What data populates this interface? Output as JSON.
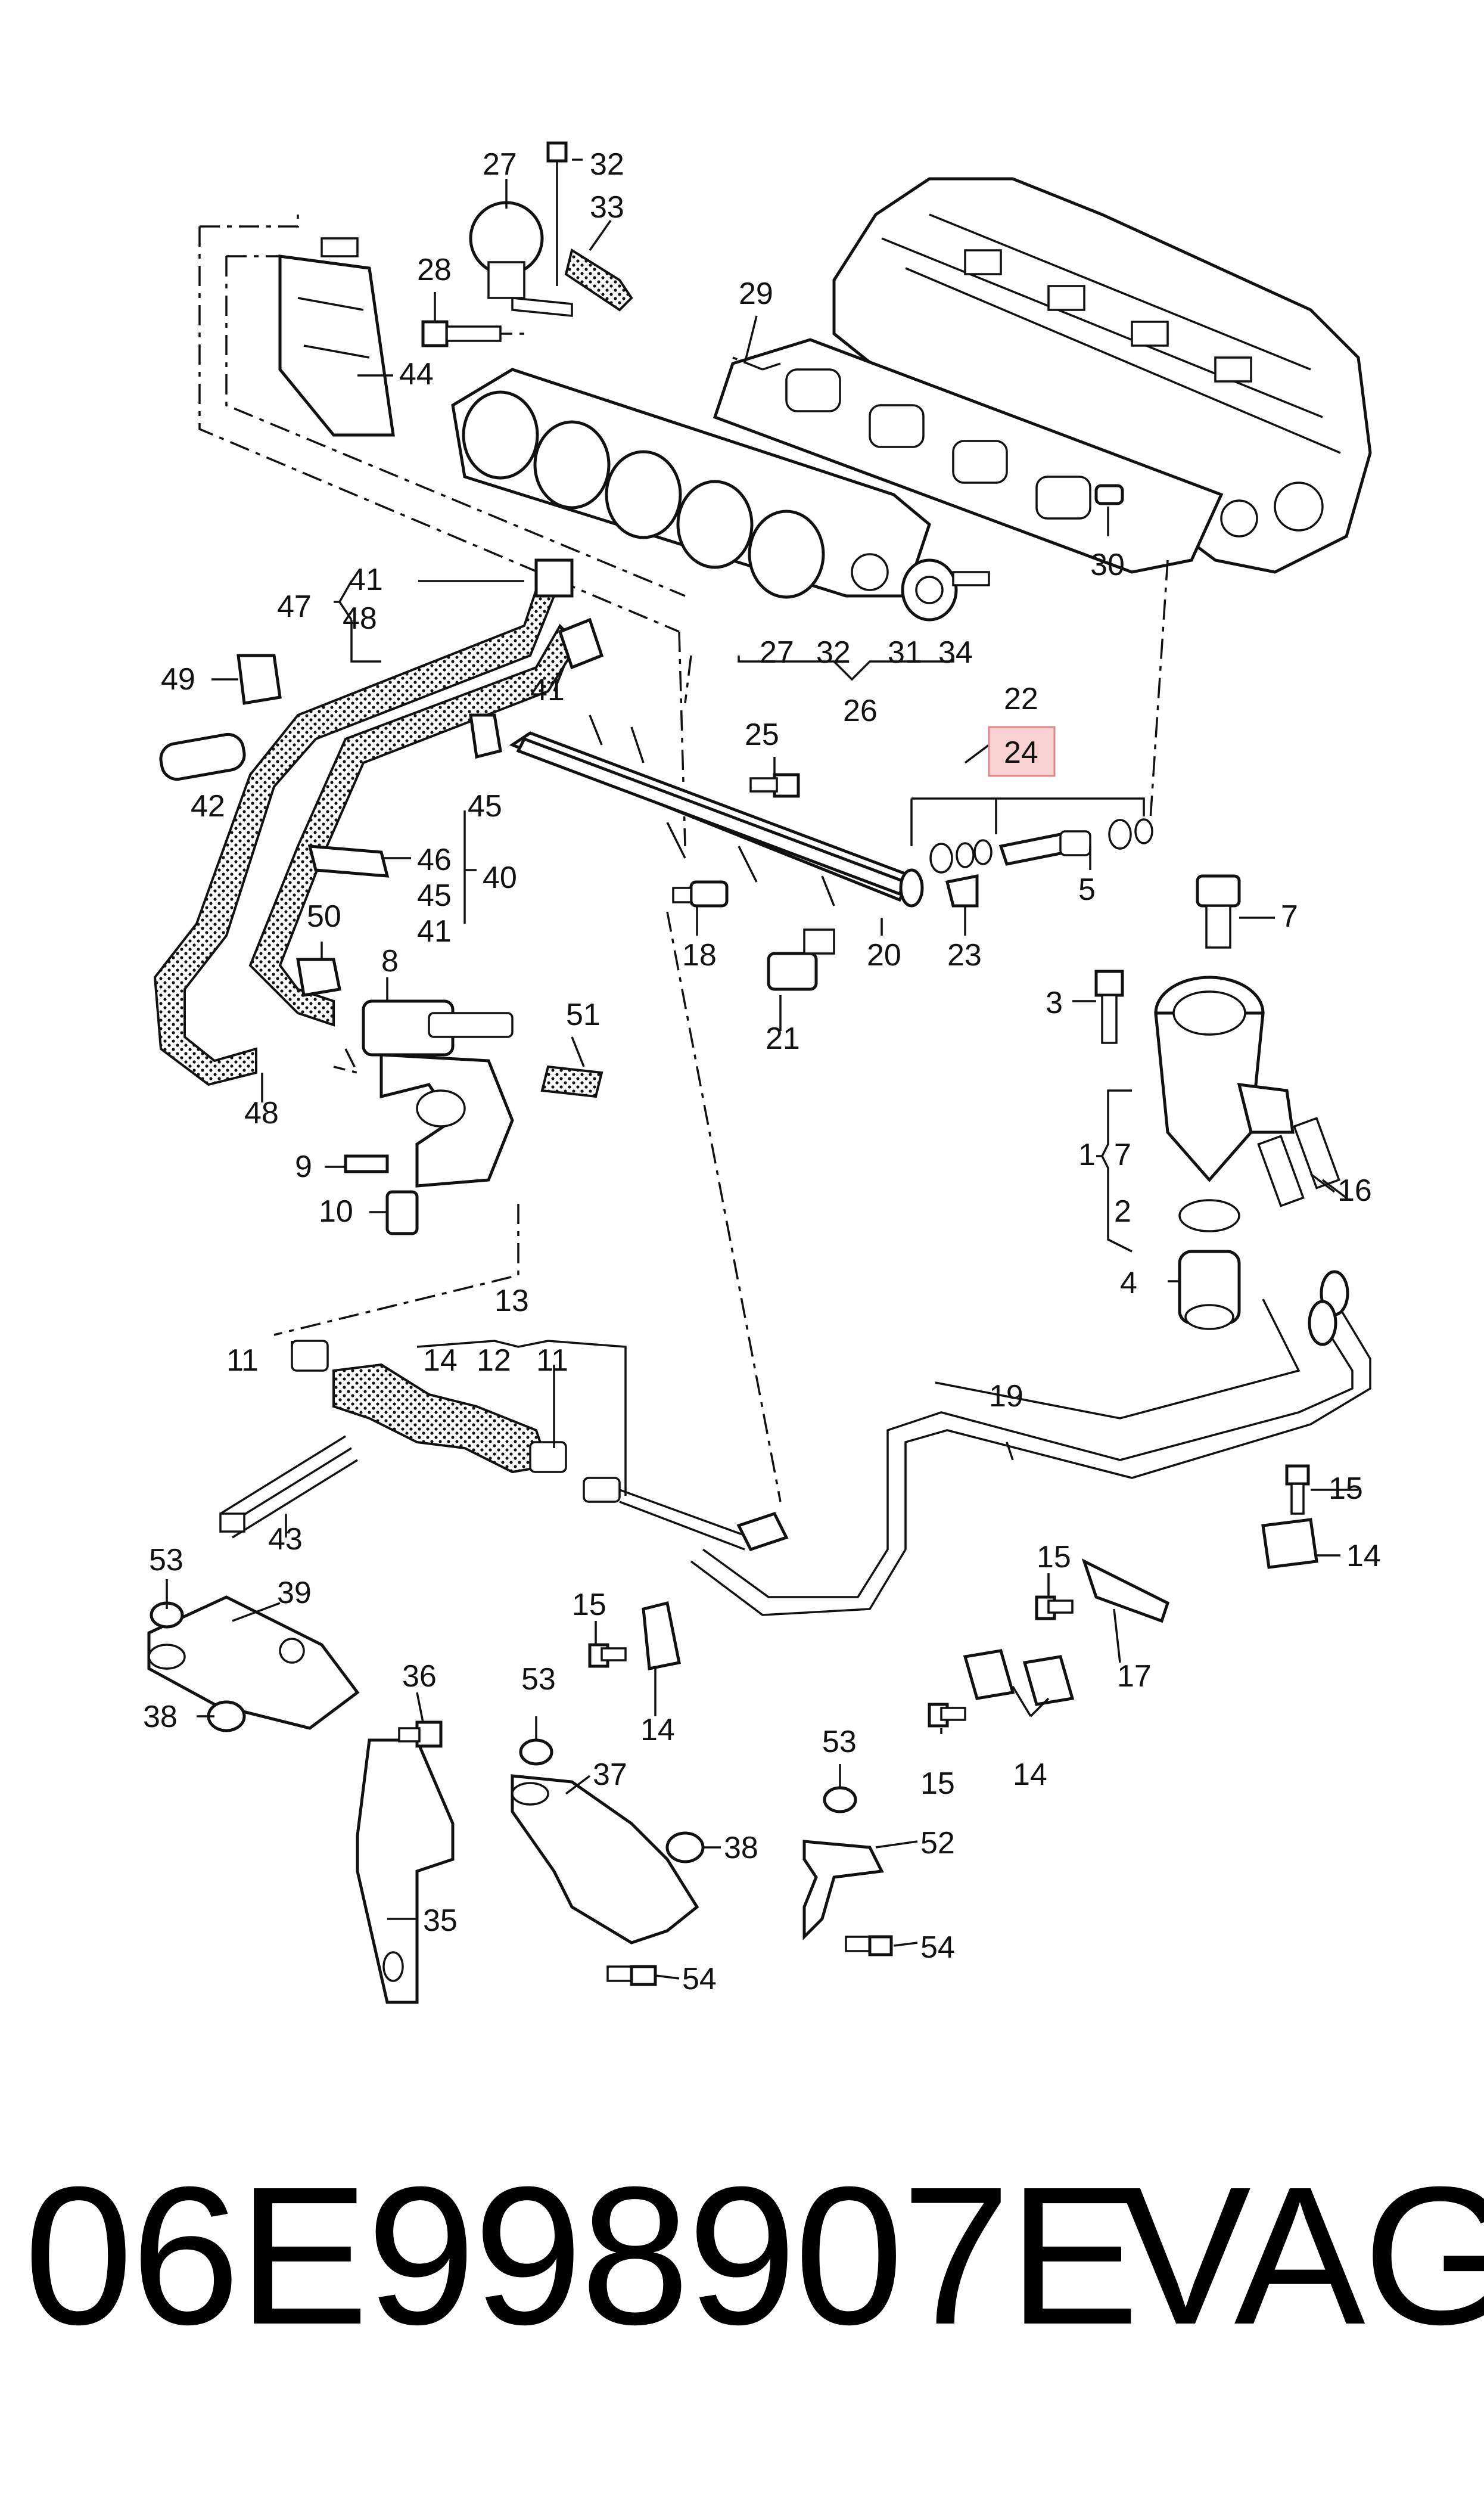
{
  "callouts": [
    {
      "id": "c27a",
      "text": "27"
    },
    {
      "id": "c32a",
      "text": "32"
    },
    {
      "id": "c33",
      "text": "33"
    },
    {
      "id": "c28",
      "text": "28"
    },
    {
      "id": "c29",
      "text": "29"
    },
    {
      "id": "c44",
      "text": "44"
    },
    {
      "id": "c30",
      "text": "30"
    },
    {
      "id": "c41a",
      "text": "41"
    },
    {
      "id": "c47",
      "text": "47"
    },
    {
      "id": "c48a",
      "text": "48"
    },
    {
      "id": "c49",
      "text": "49"
    },
    {
      "id": "c41b",
      "text": "41"
    },
    {
      "id": "c27b",
      "text": "27"
    },
    {
      "id": "c32b",
      "text": "32"
    },
    {
      "id": "c31",
      "text": "31"
    },
    {
      "id": "c34",
      "text": "34"
    },
    {
      "id": "c26",
      "text": "26"
    },
    {
      "id": "c22",
      "text": "22"
    },
    {
      "id": "c24",
      "text": "24"
    },
    {
      "id": "c42",
      "text": "42"
    },
    {
      "id": "c45a",
      "text": "45"
    },
    {
      "id": "c25",
      "text": "25"
    },
    {
      "id": "c46",
      "text": "46"
    },
    {
      "id": "c45b",
      "text": "45"
    },
    {
      "id": "c40",
      "text": "40"
    },
    {
      "id": "c41c",
      "text": "41"
    },
    {
      "id": "c5",
      "text": "5"
    },
    {
      "id": "c18",
      "text": "18"
    },
    {
      "id": "c20",
      "text": "20"
    },
    {
      "id": "c23",
      "text": "23"
    },
    {
      "id": "c7a",
      "text": "7"
    },
    {
      "id": "c50",
      "text": "50"
    },
    {
      "id": "c8",
      "text": "8"
    },
    {
      "id": "c21",
      "text": "21"
    },
    {
      "id": "c51",
      "text": "51"
    },
    {
      "id": "c3",
      "text": "3"
    },
    {
      "id": "c48b",
      "text": "48"
    },
    {
      "id": "c1",
      "text": "1"
    },
    {
      "id": "c7b",
      "text": "7"
    },
    {
      "id": "c16",
      "text": "16"
    },
    {
      "id": "c9",
      "text": "9"
    },
    {
      "id": "c2",
      "text": "2"
    },
    {
      "id": "c10",
      "text": "10"
    },
    {
      "id": "c4",
      "text": "4"
    },
    {
      "id": "c13",
      "text": "13"
    },
    {
      "id": "c11a",
      "text": "11"
    },
    {
      "id": "c14a",
      "text": "14"
    },
    {
      "id": "c12",
      "text": "12"
    },
    {
      "id": "c11b",
      "text": "11"
    },
    {
      "id": "c19",
      "text": "19"
    },
    {
      "id": "c15a",
      "text": "15"
    },
    {
      "id": "c43",
      "text": "43"
    },
    {
      "id": "c14b",
      "text": "14"
    },
    {
      "id": "c53a",
      "text": "53"
    },
    {
      "id": "c39",
      "text": "39"
    },
    {
      "id": "c15b",
      "text": "15"
    },
    {
      "id": "c15c",
      "text": "15"
    },
    {
      "id": "c36",
      "text": "36"
    },
    {
      "id": "c53b",
      "text": "53"
    },
    {
      "id": "c14c",
      "text": "14"
    },
    {
      "id": "c17",
      "text": "17"
    },
    {
      "id": "c38a",
      "text": "38"
    },
    {
      "id": "c53c",
      "text": "53"
    },
    {
      "id": "c37",
      "text": "37"
    },
    {
      "id": "c14d",
      "text": "14"
    },
    {
      "id": "c15d",
      "text": "15"
    },
    {
      "id": "c38b",
      "text": "38"
    },
    {
      "id": "c52",
      "text": "52"
    },
    {
      "id": "c35",
      "text": "35"
    },
    {
      "id": "c54a",
      "text": "54"
    },
    {
      "id": "c54b",
      "text": "54"
    }
  ],
  "caption": {
    "part_number": "06E998907E",
    "brand": "VAG"
  },
  "highlight_color": "#f8d2d2"
}
